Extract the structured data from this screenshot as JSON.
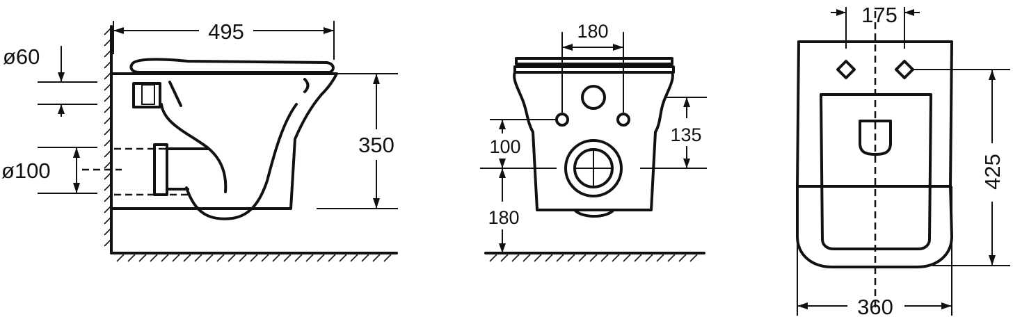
{
  "dimensions": {
    "side_depth": "495",
    "side_height": "350",
    "diameter_inlet": "ø60",
    "diameter_outlet": "ø100",
    "front_bolt_spacing": "180",
    "front_outlet_offset": "100",
    "front_floor_height": "180",
    "front_inlet_offset": "135",
    "top_bolt_spacing": "175",
    "top_length": "425",
    "top_width": "360"
  },
  "colors": {
    "line": "#111111",
    "background": "#ffffff"
  }
}
